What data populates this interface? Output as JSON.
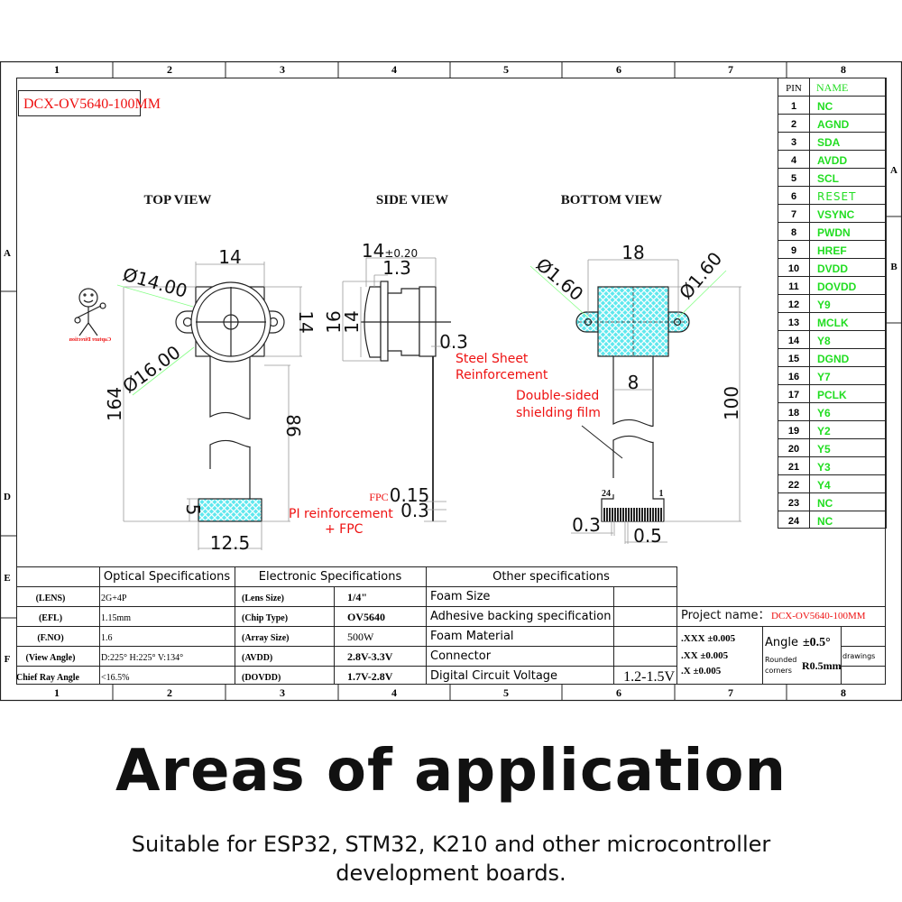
{
  "drawing": {
    "project_label": "DCX-OV5640-100MM",
    "columns": [
      "1",
      "2",
      "3",
      "4",
      "5",
      "6",
      "7",
      "8"
    ],
    "rows_left": [
      "A",
      "D",
      "E",
      "F"
    ],
    "rows_right": [
      "A",
      "B"
    ],
    "views": {
      "top": {
        "title": "TOP VIEW",
        "dims": {
          "width": "14",
          "height": "14",
          "d_outer": "Ø14.00",
          "d_inner": "Ø16.00",
          "total": "164",
          "fpc": "86",
          "stiff_h": "5",
          "stiff_w": "12.5"
        },
        "capture_label": "Capture Direction"
      },
      "side": {
        "title": "SIDE VIEW",
        "dims": {
          "length": "14",
          "tol": "±0.20",
          "flange": "1.3",
          "h16": "16",
          "h14": "14",
          "t03": "0.3",
          "fpc_label": "FPC",
          "fpc_t": "0.15",
          "pi_t": "0.3"
        },
        "notes": {
          "steel1": "Steel Sheet",
          "steel2": "Reinforcement",
          "pi1": "PI reinforcement",
          "pi2": "+ FPC"
        }
      },
      "bottom": {
        "title": "BOTTOM VIEW",
        "dims": {
          "width": "18",
          "hole_l": "Ø1.60",
          "hole_r": "Ø1.60",
          "fpc_w": "8",
          "total": "100",
          "pin_w": "0.3",
          "pitch": "0.5",
          "pin_first": "24",
          "pin_last": "1"
        },
        "notes": {
          "film1": "Double-sided",
          "film2": "shielding film"
        }
      }
    },
    "pin_table": {
      "headers": [
        "PIN",
        "NAME"
      ],
      "rows": [
        [
          "1",
          "NC"
        ],
        [
          "2",
          "AGND"
        ],
        [
          "3",
          "SDA"
        ],
        [
          "4",
          "AVDD"
        ],
        [
          "5",
          "SCL"
        ],
        [
          "6",
          "RESET"
        ],
        [
          "7",
          "VSYNC"
        ],
        [
          "8",
          "PWDN"
        ],
        [
          "9",
          "HREF"
        ],
        [
          "10",
          "DVDD"
        ],
        [
          "11",
          "DOVDD"
        ],
        [
          "12",
          "Y9"
        ],
        [
          "13",
          "MCLK"
        ],
        [
          "14",
          "Y8"
        ],
        [
          "15",
          "DGND"
        ],
        [
          "16",
          "Y7"
        ],
        [
          "17",
          "PCLK"
        ],
        [
          "18",
          "Y6"
        ],
        [
          "19",
          "Y2"
        ],
        [
          "20",
          "Y5"
        ],
        [
          "21",
          "Y3"
        ],
        [
          "22",
          "Y4"
        ],
        [
          "23",
          "NC"
        ],
        [
          "24",
          "NC"
        ]
      ]
    },
    "spec_table": {
      "headers": [
        "",
        "Optical Specifications",
        "Electronic Specifications",
        "Other specifications"
      ],
      "rows": [
        {
          "opt_label": "(LENS)",
          "opt_val": "2G+4P",
          "el_label": "(Lens Size)",
          "el_val": "1/4\"",
          "other": "Foam Size",
          "other_val": ""
        },
        {
          "opt_label": "(EFL)",
          "opt_val": "1.15mm",
          "el_label": "(Chip Type)",
          "el_val": "OV5640",
          "other": "Adhesive backing specification",
          "other_val": ""
        },
        {
          "opt_label": "(F.NO)",
          "opt_val": "1.6",
          "el_label": "(Array Size)",
          "el_val": "500W",
          "other": "Foam Material",
          "other_val": ""
        },
        {
          "opt_label": "(View Angle)",
          "opt_val": "D:225°  H:225°  V:134°",
          "el_label": "(AVDD)",
          "el_val": "2.8V-3.3V",
          "other": "Connector",
          "other_val": ""
        },
        {
          "opt_label": "Chief Ray Angle",
          "opt_val": "<16.5%",
          "el_label": "(DOVDD)",
          "el_val": "1.7V-2.8V",
          "other": "Digital Circuit Voltage",
          "other_val": "1.2-1.5V"
        }
      ]
    },
    "title_block": {
      "project_label": "Project name：",
      "project_value": "DCX-OV5640-100MM",
      "tolerances": [
        ".XXX  ±0.005",
        ".XX  ±0.005",
        ".X  ±0.005"
      ],
      "angle_label": "Angle",
      "angle_value": "±0.5°",
      "rounded_label_1": "Rounded",
      "rounded_label_2": "corners",
      "rounded_value": "R0.5mm",
      "drawings_label": "drawings"
    },
    "colors": {
      "red": "#ee1111",
      "green": "#22dd22",
      "cyan": "#22d8e0"
    }
  },
  "footer": {
    "heading": "Areas of application",
    "subtitle_1": "Suitable for ESP32, STM32, K210 and other microcontroller",
    "subtitle_2": "development boards."
  }
}
